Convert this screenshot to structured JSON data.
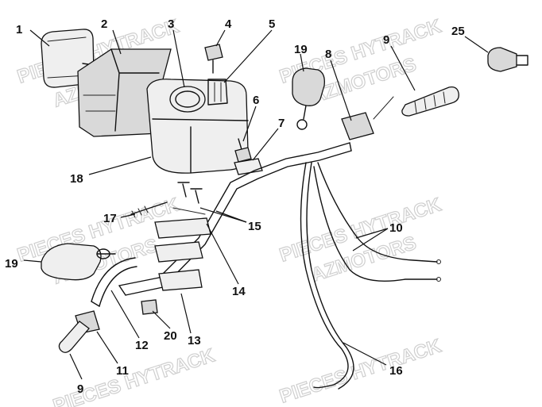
{
  "watermark": {
    "line1": "PIECES HYTRACK",
    "line2": "AZMOTORS"
  },
  "labels": {
    "p1": "1",
    "p2": "2",
    "p3": "3",
    "p4": "4",
    "p5": "5",
    "p6": "6",
    "p7": "7",
    "p8": "8",
    "p9_top": "9",
    "p10": "10",
    "p11": "11",
    "p12": "12",
    "p13": "13",
    "p14": "14",
    "p15": "15",
    "p16": "16",
    "p17": "17",
    "p18": "18",
    "p19_top": "19",
    "p19_left": "19",
    "p20": "20",
    "p9_bottom": "9",
    "p25": "25"
  }
}
